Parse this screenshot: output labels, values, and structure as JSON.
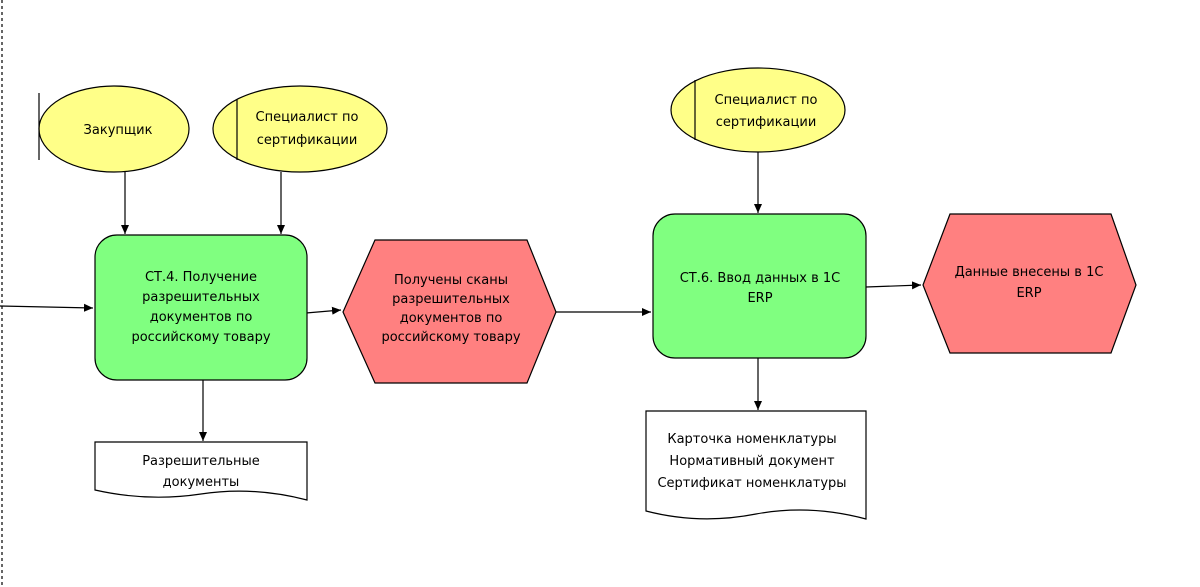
{
  "diagram": {
    "roles": {
      "buyer": "Закупщик",
      "cert_specialist_1": [
        "Специалист по",
        "сертификации"
      ],
      "cert_specialist_2": [
        "Специалист по",
        "сертификации"
      ]
    },
    "functions": {
      "st4": [
        "СТ.4. Получение",
        "разрешительных",
        "документов по",
        "российскому товару"
      ],
      "st6": [
        "СТ.6. Ввод данных в 1С",
        "ERP"
      ]
    },
    "events": {
      "scans_received": [
        "Получены сканы",
        "разрешительных",
        "документов по",
        "российскому товару"
      ],
      "data_entered": [
        "Данные внесены в 1С",
        "ERP"
      ]
    },
    "documents": {
      "permit_docs": [
        "Разрешительные",
        "документы"
      ],
      "nomenclature_docs": [
        "Карточка номенклатуры",
        "Нормативный документ",
        "Сертификат номенклатуры"
      ]
    },
    "colors": {
      "role_fill": "#ffff88",
      "function_fill": "#80ff80",
      "event_fill": "#ff8080",
      "document_fill": "#ffffff",
      "stroke": "#000000"
    }
  }
}
